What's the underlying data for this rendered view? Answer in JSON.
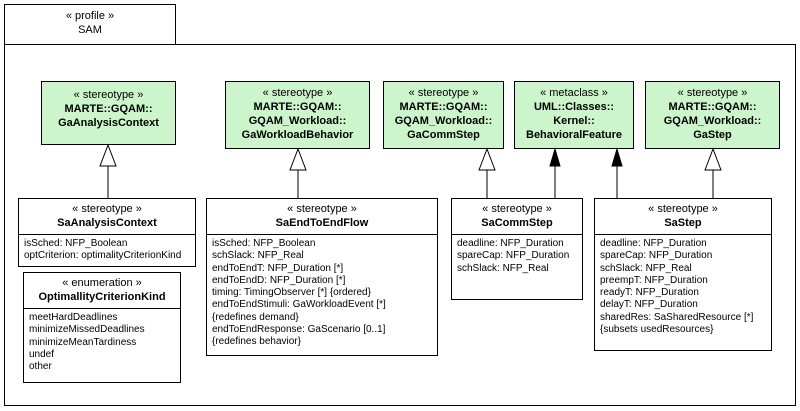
{
  "package": {
    "keyword": "« profile »",
    "name": "SAM"
  },
  "targets": [
    {
      "id": "gaanalysiscontext",
      "keyword": "« stereotype »",
      "name_lines": [
        "MARTE::GQAM::",
        "GaAnalysisContext"
      ]
    },
    {
      "id": "gaworkloadbehavior",
      "keyword": "« stereotype »",
      "name_lines": [
        "MARTE::GQAM::",
        "GQAM_Workload::",
        "GaWorkloadBehavior"
      ]
    },
    {
      "id": "gacommstep",
      "keyword": "« stereotype »",
      "name_lines": [
        "MARTE::GQAM::",
        "GQAM_Workload::",
        "GaCommStep"
      ]
    },
    {
      "id": "behavioralfeature",
      "keyword": "« metaclass »",
      "name_lines": [
        "UML::Classes::",
        "Kernel::",
        "BehavioralFeature"
      ]
    },
    {
      "id": "gastep",
      "keyword": "« stereotype »",
      "name_lines": [
        "MARTE::GQAM::",
        "GQAM_Workload::",
        "GaStep"
      ]
    }
  ],
  "classes": [
    {
      "id": "saanalysiscontext",
      "keyword": "« stereotype »",
      "name": "SaAnalysisContext",
      "attributes": [
        "isSched: NFP_Boolean",
        "optCriterion: optimalityCriterionKind"
      ]
    },
    {
      "id": "optimallitycriterionkind",
      "keyword": "« enumeration »",
      "name": "OptimallityCriterionKind",
      "attributes": [
        "meetHardDeadlines",
        "minimizeMissedDeadlines",
        "minimizeMeanTardiness",
        "undef",
        "other"
      ]
    },
    {
      "id": "saendtoendflow",
      "keyword": "« stereotype »",
      "name": "SaEndToEndFlow",
      "attributes": [
        "isSched: NFP_Boolean",
        "schSlack: NFP_Real",
        "endToEndT: NFP_Duration [*]",
        "endToEndD: NFP_Duration [*]",
        "timing: TimingObserver [*] {ordered}",
        "endToEndStimuli: GaWorkloadEvent [*]",
        "{redefines demand}",
        "endToEndResponse: GaScenario [0..1]",
        "{redefines behavior}"
      ]
    },
    {
      "id": "sacommstep",
      "keyword": "« stereotype »",
      "name": "SaCommStep",
      "attributes": [
        "deadline: NFP_Duration",
        "spareCap: NFP_Duration",
        "schSlack: NFP_Real"
      ]
    },
    {
      "id": "sastep",
      "keyword": "« stereotype »",
      "name": "SaStep",
      "attributes": [
        "deadline: NFP_Duration",
        "spareCap: NFP_Duration",
        "schSlack: NFP_Real",
        "preempT: NFP_Duration",
        "readyT: NFP_Duration",
        "delayT: NFP_Duration",
        "sharedRes: SaSharedResource [*]",
        "{subsets usedResources}"
      ]
    }
  ]
}
